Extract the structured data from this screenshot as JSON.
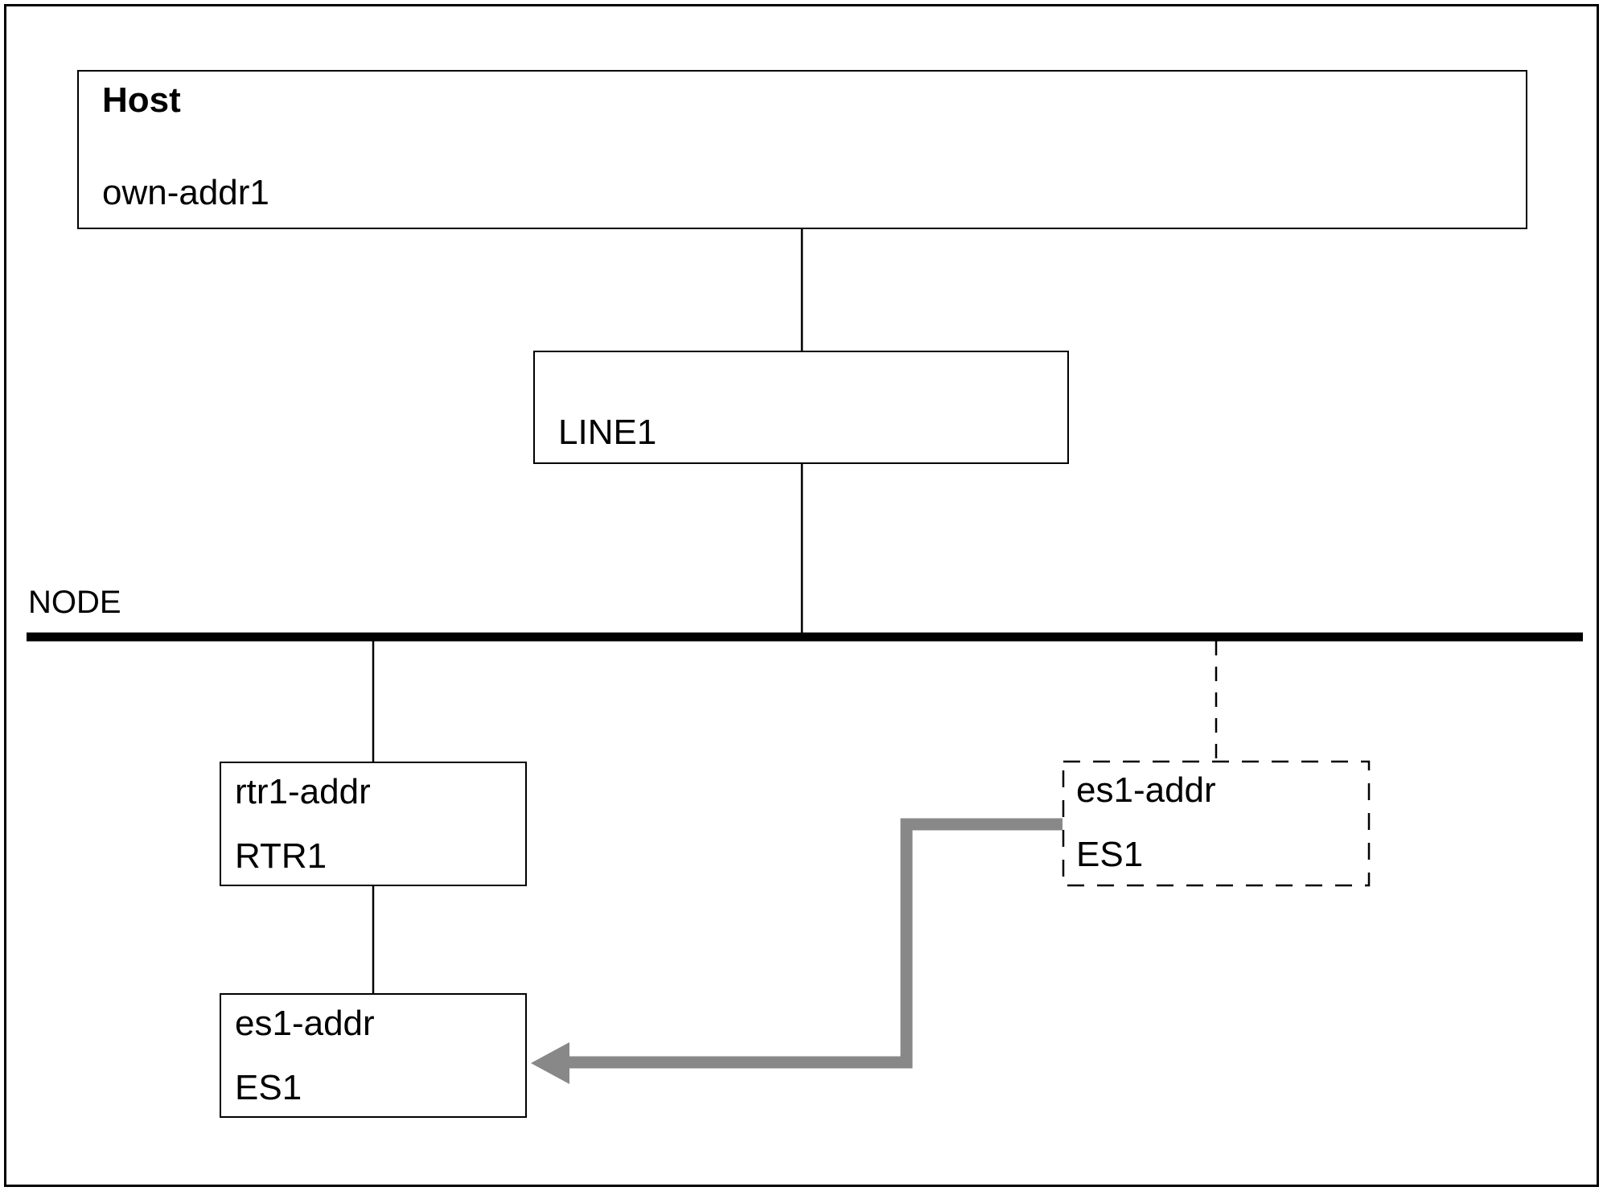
{
  "diagram": {
    "host": {
      "title": "Host",
      "address": "own-addr1"
    },
    "line1": {
      "label": "LINE1"
    },
    "node": {
      "label": "NODE"
    },
    "rtr1": {
      "address": "rtr1-addr",
      "label": "RTR1"
    },
    "es1": {
      "address": "es1-addr",
      "label": "ES1"
    },
    "es1_phantom": {
      "address": "es1-addr",
      "label": "ES1"
    },
    "colors": {
      "line": "#000000",
      "node_bus": "#000000",
      "arrow": "#888888"
    }
  }
}
